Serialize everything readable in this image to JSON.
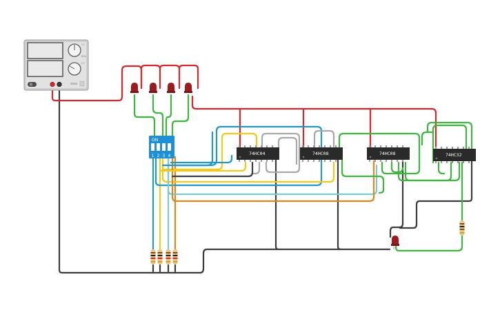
{
  "chips": [
    {
      "label": "74HC04"
    },
    {
      "label": "74HC08"
    },
    {
      "label": "74HC08"
    },
    {
      "label": "74HC32"
    }
  ],
  "dip_switch": {
    "on_label": "ON",
    "numbers": [
      "1",
      "2",
      "3",
      "4"
    ],
    "color": "#1f8fd6"
  },
  "power_supply": {
    "knob1_label": "CC",
    "knob2_label": "CV",
    "knob_sub": "BRK"
  },
  "wire_colors": {
    "red": "#d6282c",
    "black": "#3a3a3a",
    "green": "#3fb43f",
    "blue": "#2196c9",
    "yellow": "#f2c91c",
    "light_blue": "#7ac8d8",
    "orange": "#e0861a",
    "gray": "#a8a8a8"
  }
}
